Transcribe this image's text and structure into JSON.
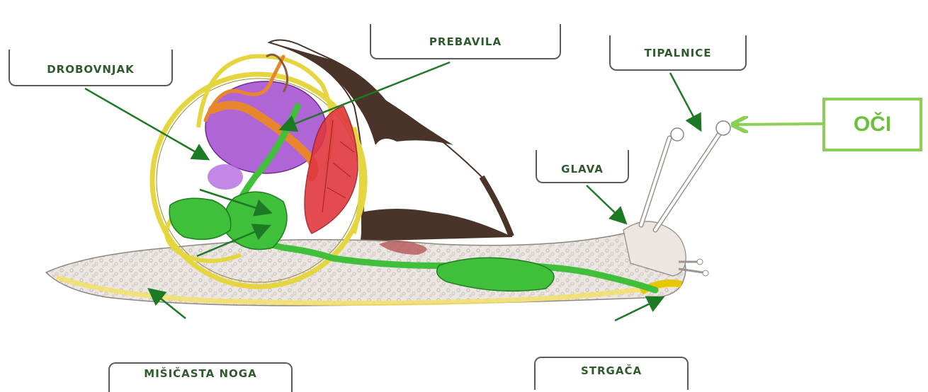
{
  "labels": {
    "drobovnjak": "DROBOVNJAK",
    "prebavila": "PREBAVILA",
    "tipalnice": "TIPALNICE",
    "glava": "GLAVA",
    "misicasta_noga": "MIŠIČASTA NOGA",
    "strgaca": "STRGAČA",
    "oci": "OČI"
  },
  "colors": {
    "label_text": "#2f5a2b",
    "arrow": "#1d7a24",
    "oci_accent": "#8ccf54",
    "shell": "#4a3328",
    "body": "#e6e0dc",
    "foot_edge": "#f3e06a",
    "digestive": "#3fbf3a",
    "liver": "#a24ad0",
    "intestine": "#e8862d",
    "lung": "#e0383f",
    "mantle_ring": "#e5d640"
  }
}
